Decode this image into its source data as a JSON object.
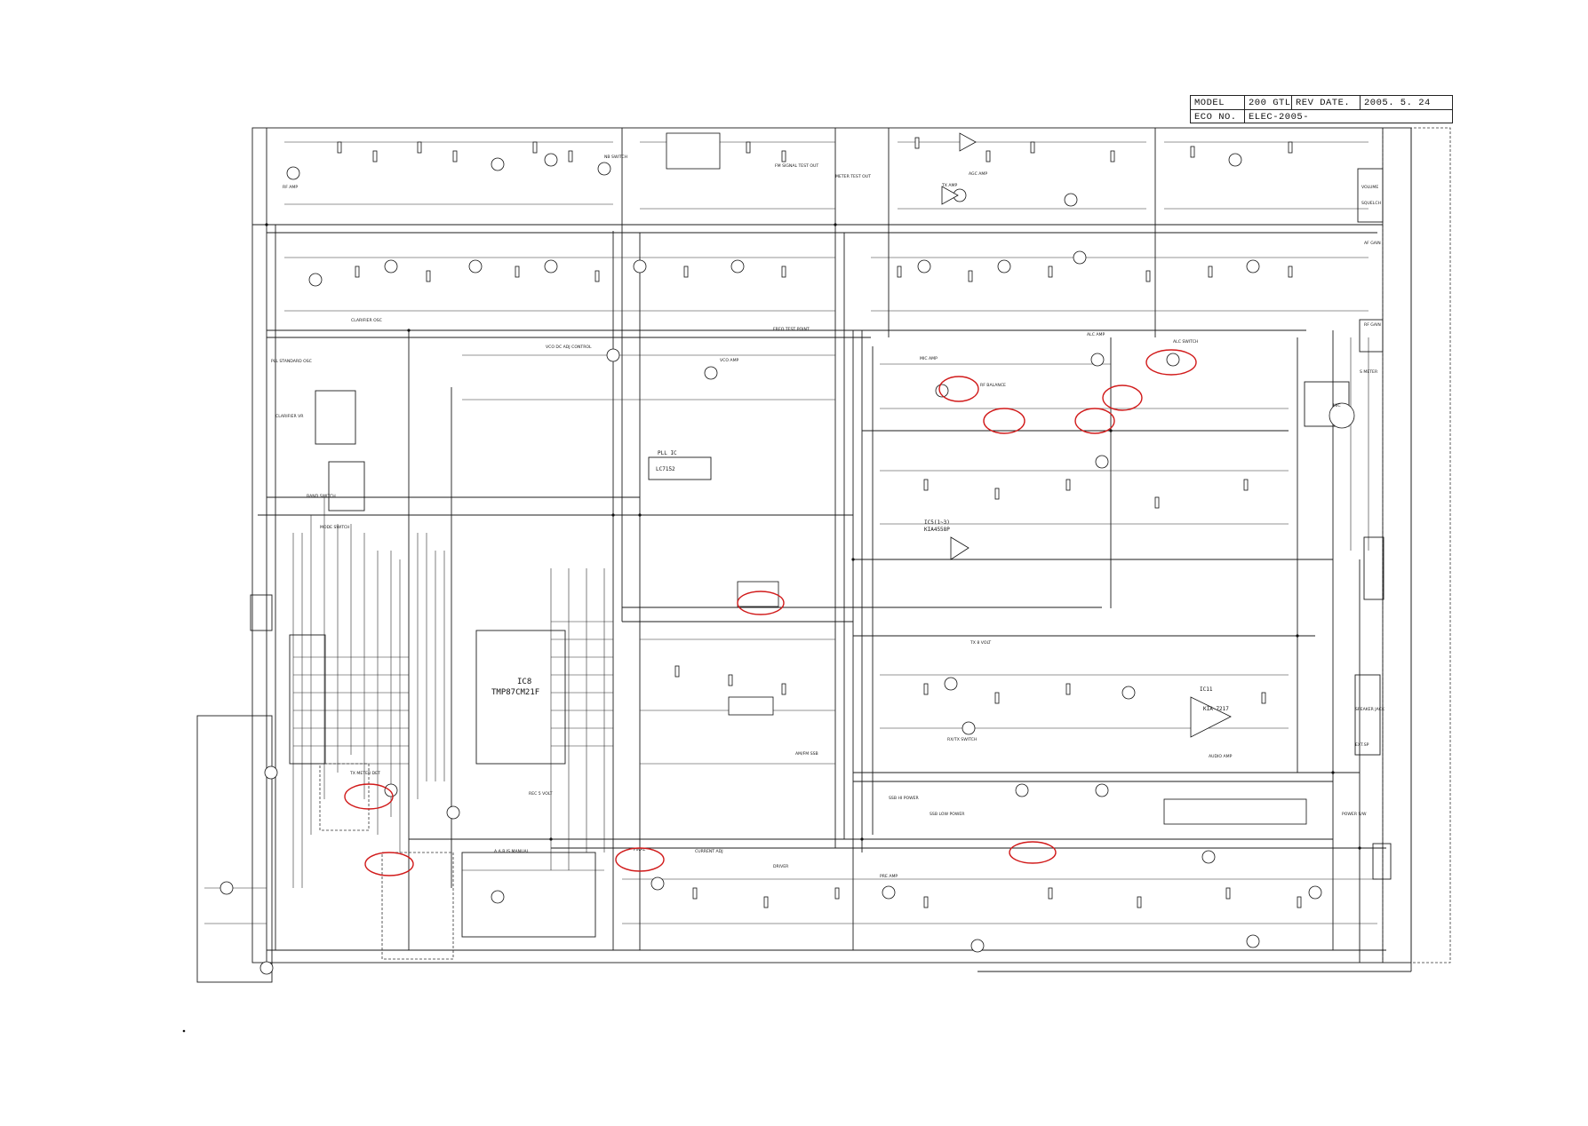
{
  "title_block": {
    "model_label": "MODEL",
    "model_value": "200 GTL",
    "rev_label": "REV DATE.",
    "rev_value": "2005. 5. 24",
    "eco_label": "ECO NO.",
    "eco_value": "ELEC-2005-"
  },
  "ics": {
    "ic8_name": "IC8",
    "ic8_part": "TMP87CM21F",
    "ic_pll_name": "PLL IC",
    "ic_pll_part": "LC7152",
    "ic_audio_name": "IC11",
    "ic_audio_part": "KIA-7217",
    "ic_mic_name": "IC5(1~3)",
    "ic_mic_part": "KIA4558P"
  },
  "block_labels": {
    "rf_amp": "RF AMP",
    "nb_switch": "NB SWITCH",
    "fm_signal_test": "FM SIGNAL TEST OUT",
    "meter_test": "METER TEST OUT",
    "clarifier_osc": "CLARIFIER OSC",
    "pll_standard_osc": "PLL STANDARD OSC",
    "clarifier_vr": "CLARIFIER VR",
    "vco_dc_adj": "VCO DC ADJ CONTROL",
    "vco_amp": "VCO AMP",
    "vco_freq": "FREQ TEST POINT",
    "mic_amp": "MIC AMP",
    "rf_balance": "RF BALANCE",
    "alc_switch": "ALC SWITCH",
    "alc_amp": "ALC AMP",
    "agc_amp": "AGC AMP",
    "tx_amp": "TX AMP",
    "audio_amp": "AUDIO AMP",
    "driver": "DRIVER",
    "final": "FINAL",
    "pre_amp": "PRE AMP",
    "power_switch": "POWER S/W",
    "ssb_low_power": "SSB LOW POWER",
    "ssb_hi_power": "SSB HI POWER",
    "rx_tx_switch": "RX/TX SWITCH",
    "tx_meter_det": "TX METER DET",
    "am_fm_ssb": "AM/FM SSB",
    "af_gain": "AF GAIN",
    "rf_gain": "RF GAIN",
    "squelch": "SQUELCH",
    "volume": "VOLUME",
    "speaker_jack": "SPEAKER JACK",
    "ext_sp": "EXT.SP",
    "s_meter": "S METER",
    "band_switch": "BAND SWITCH",
    "mode_switch": "MODE SWITCH",
    "current_adj": "CURRENT ADJ",
    "rec5volt": "REC 5 VOLT",
    "tx8volt": "TX 8 VOLT",
    "mic_connector": "MIC",
    "a_b_manual": "A   A,B IS MANUAL"
  }
}
